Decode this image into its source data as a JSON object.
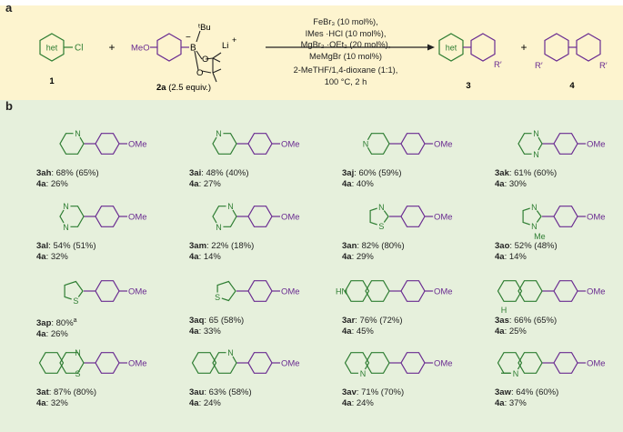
{
  "panel_a": {
    "label": "a",
    "reactant1": {
      "group": "het",
      "substituent": "Cl",
      "number": "1"
    },
    "plus": "+",
    "reactant2": {
      "methoxy": "MeO",
      "tBu": "ᵗBu",
      "charge_minus": "−",
      "cation": "Li",
      "charge_plus": "+",
      "boron": "B",
      "oxygen": "O",
      "label_bold": "2a",
      "label_rest": " (2.5 equiv.)"
    },
    "conditions": [
      "FeBr₃ (10 mol%),",
      "IMes ·HCl (10 mol%),",
      "MgBr₂ ·OEt₂ (20 mol%),",
      "MeMgBr (10 mol%)",
      "2-MeTHF/1,4-dioxane (1:1),",
      "100 °C, 2 h"
    ],
    "product3": {
      "group": "het",
      "substituent": "R′",
      "number": "3"
    },
    "product4": {
      "left_substituent": "R′",
      "right_substituent": "R′",
      "number": "4"
    }
  },
  "panel_b": {
    "label": "b",
    "substituent": "OMe",
    "compounds": [
      {
        "id": "3ah",
        "yield": ": 68% (65%)",
        "sup": "",
        "byproduct": "4a",
        "by_yield": ": 26%",
        "het": "pyridin-2-yl"
      },
      {
        "id": "3ai",
        "yield": ": 48% (40%)",
        "sup": "",
        "byproduct": "4a",
        "by_yield": ": 27%",
        "het": "pyridin-3-yl"
      },
      {
        "id": "3aj",
        "yield": ": 60% (59%)",
        "sup": "",
        "byproduct": "4a",
        "by_yield": ": 40%",
        "het": "pyridin-4-yl"
      },
      {
        "id": "3ak",
        "yield": ": 61% (60%)",
        "sup": "",
        "byproduct": "4a",
        "by_yield": ": 30%",
        "het": "pyrimidin-2-yl"
      },
      {
        "id": "3al",
        "yield": ": 54% (51%)",
        "sup": "",
        "byproduct": "4a",
        "by_yield": ": 32%",
        "het": "pyrimidin-5-yl"
      },
      {
        "id": "3am",
        "yield": ": 22% (18%)",
        "sup": "",
        "byproduct": "4a",
        "by_yield": ": 14%",
        "het": "pyrazin-2-yl"
      },
      {
        "id": "3an",
        "yield": ": 82% (80%)",
        "sup": "",
        "byproduct": "4a",
        "by_yield": ": 29%",
        "het": "thiazol-2-yl"
      },
      {
        "id": "3ao",
        "yield": ": 52% (48%)",
        "sup": "",
        "byproduct": "4a",
        "by_yield": ": 14%",
        "het": "1-methylimidazol-2-yl"
      },
      {
        "id": "3ap",
        "yield": ": 80%",
        "sup": "a",
        "byproduct": "4a",
        "by_yield": ": 26%",
        "het": "thiophen-2-yl"
      },
      {
        "id": "3aq",
        "yield": ": 65 (58%)",
        "sup": "",
        "byproduct": "4a",
        "by_yield": ": 33%",
        "het": "thiophen-3-yl"
      },
      {
        "id": "3ar",
        "yield": ": 76% (72%)",
        "sup": "",
        "byproduct": "4a",
        "by_yield": ": 45%",
        "het": "indol-5-yl"
      },
      {
        "id": "3as",
        "yield": ": 66% (65%)",
        "sup": "",
        "byproduct": "4a",
        "by_yield": ": 25%",
        "het": "indol-6-yl"
      },
      {
        "id": "3at",
        "yield": ": 87% (80%)",
        "sup": "",
        "byproduct": "4a",
        "by_yield": ": 32%",
        "het": "benzothiazol-2-yl"
      },
      {
        "id": "3au",
        "yield": ": 63% (58%)",
        "sup": "",
        "byproduct": "4a",
        "by_yield": ": 24%",
        "het": "quinolin-2-yl"
      },
      {
        "id": "3av",
        "yield": ": 71% (70%)",
        "sup": "",
        "byproduct": "4a",
        "by_yield": ": 24%",
        "het": "isoquinolin-3-yl"
      },
      {
        "id": "3aw",
        "yield": ": 64% (60%)",
        "sup": "",
        "byproduct": "4a",
        "by_yield": ": 37%",
        "het": "2-methylquinolin-6-yl"
      }
    ],
    "atom_labels": {
      "N": "N",
      "S": "S",
      "HN": "HN",
      "H": "H",
      "Me": "Me"
    }
  },
  "colors": {
    "green": "#2e7d32",
    "purple": "#6a2c91",
    "panel_a_bg": "#fdf4cf",
    "panel_b_bg": "#e6f0dc"
  }
}
